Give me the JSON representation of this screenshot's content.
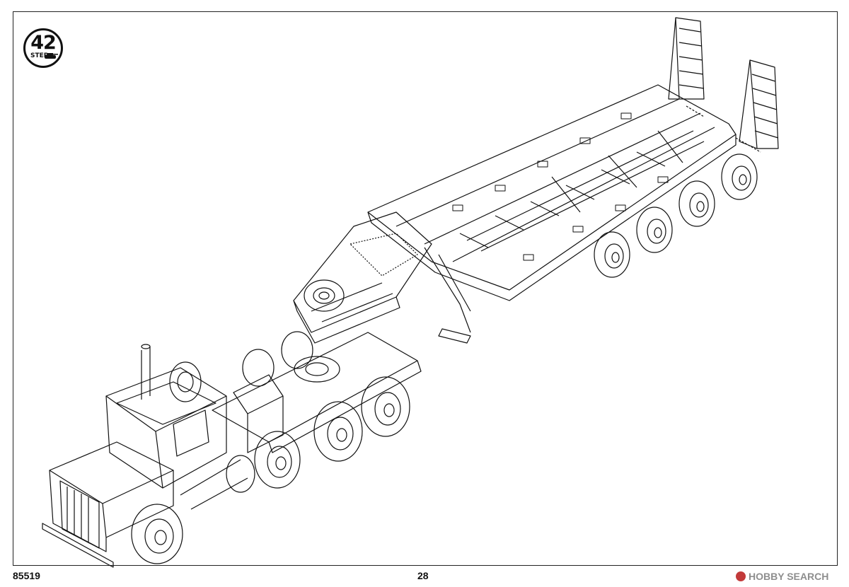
{
  "step": {
    "number": "42",
    "label": "STEP"
  },
  "footer": {
    "product_code": "85519",
    "page_number": "28"
  },
  "watermark": {
    "text": "HOBBY SEARCH",
    "brand_color": "#c23a3a"
  },
  "illustration": {
    "line_color": "#111111"
  }
}
